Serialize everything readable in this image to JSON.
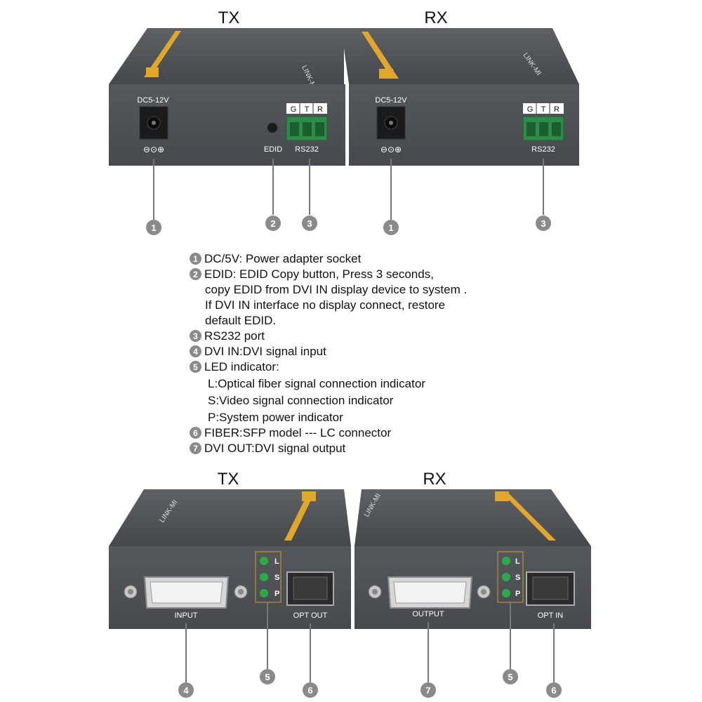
{
  "top": {
    "tx_title": "TX",
    "rx_title": "RX",
    "power_label": "DC5-12V",
    "edid_label": "EDID",
    "rs232_label": "RS232",
    "rs232_pins": [
      "G",
      "T",
      "R"
    ],
    "brand": "LINK-MI"
  },
  "bottom": {
    "tx_title": "TX",
    "rx_title": "RX",
    "input_label": "INPUT",
    "output_label": "OUTPUT",
    "opt_out_label": "OPT OUT",
    "opt_in_label": "OPT IN",
    "led_letters": [
      "L",
      "S",
      "P"
    ],
    "brand": "LINK-MI"
  },
  "callouts": [
    "1",
    "2",
    "3",
    "4",
    "5",
    "6",
    "7"
  ],
  "legend": [
    {
      "num": "1",
      "lines": [
        "DC/5V:  Power adapter socket"
      ]
    },
    {
      "num": "2",
      "lines": [
        "EDID:  EDID Copy button, Press 3 seconds,",
        "copy EDID from DVI IN display device to system .",
        "If DVI IN interface no display connect, restore",
        "default EDID."
      ]
    },
    {
      "num": "3",
      "lines": [
        "RS232 port"
      ]
    },
    {
      "num": "4",
      "lines": [
        "DVI IN:DVI signal input"
      ]
    },
    {
      "num": "5",
      "lines": [
        "LED indicator:",
        "L:Optical fiber signal connection indicator",
        "S:Video signal connection indicator",
        "P:System power indicator"
      ]
    },
    {
      "num": "6",
      "lines": [
        "FIBER:SFP model --- LC connector"
      ]
    },
    {
      "num": "7",
      "lines": [
        "DVI OUT:DVI signal output"
      ]
    }
  ],
  "colors": {
    "body": "#4a4d52",
    "panel": "#505357",
    "label_stripe": "#e0a72a",
    "terminal": "#2e8b4a",
    "led": "#2fa84a",
    "callout": "#8a8a8a"
  }
}
